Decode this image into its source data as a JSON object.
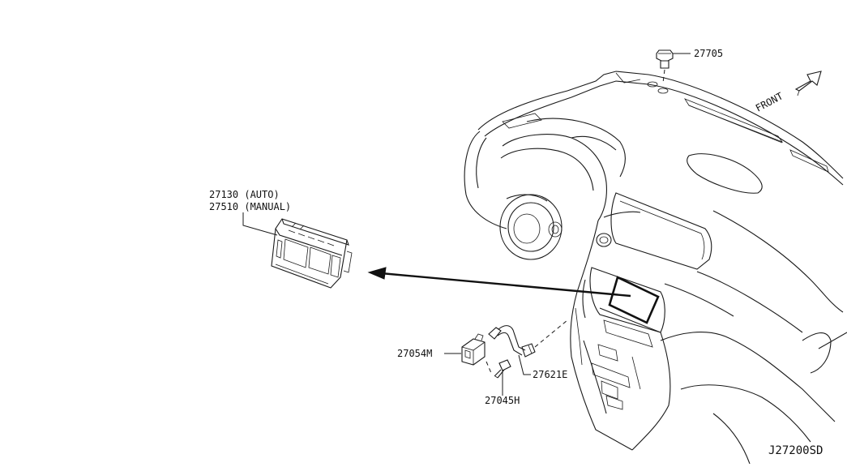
{
  "diagram": {
    "parts": {
      "hvac_control_auto": "27130 (AUTO)",
      "hvac_control_manual": "27510 (MANUAL)",
      "clip": "27705",
      "bracket": "27054M",
      "screw": "27045H",
      "aspirator_hose": "27621E"
    },
    "front_label": "FRONT",
    "drawing_code": "J27200SD"
  }
}
